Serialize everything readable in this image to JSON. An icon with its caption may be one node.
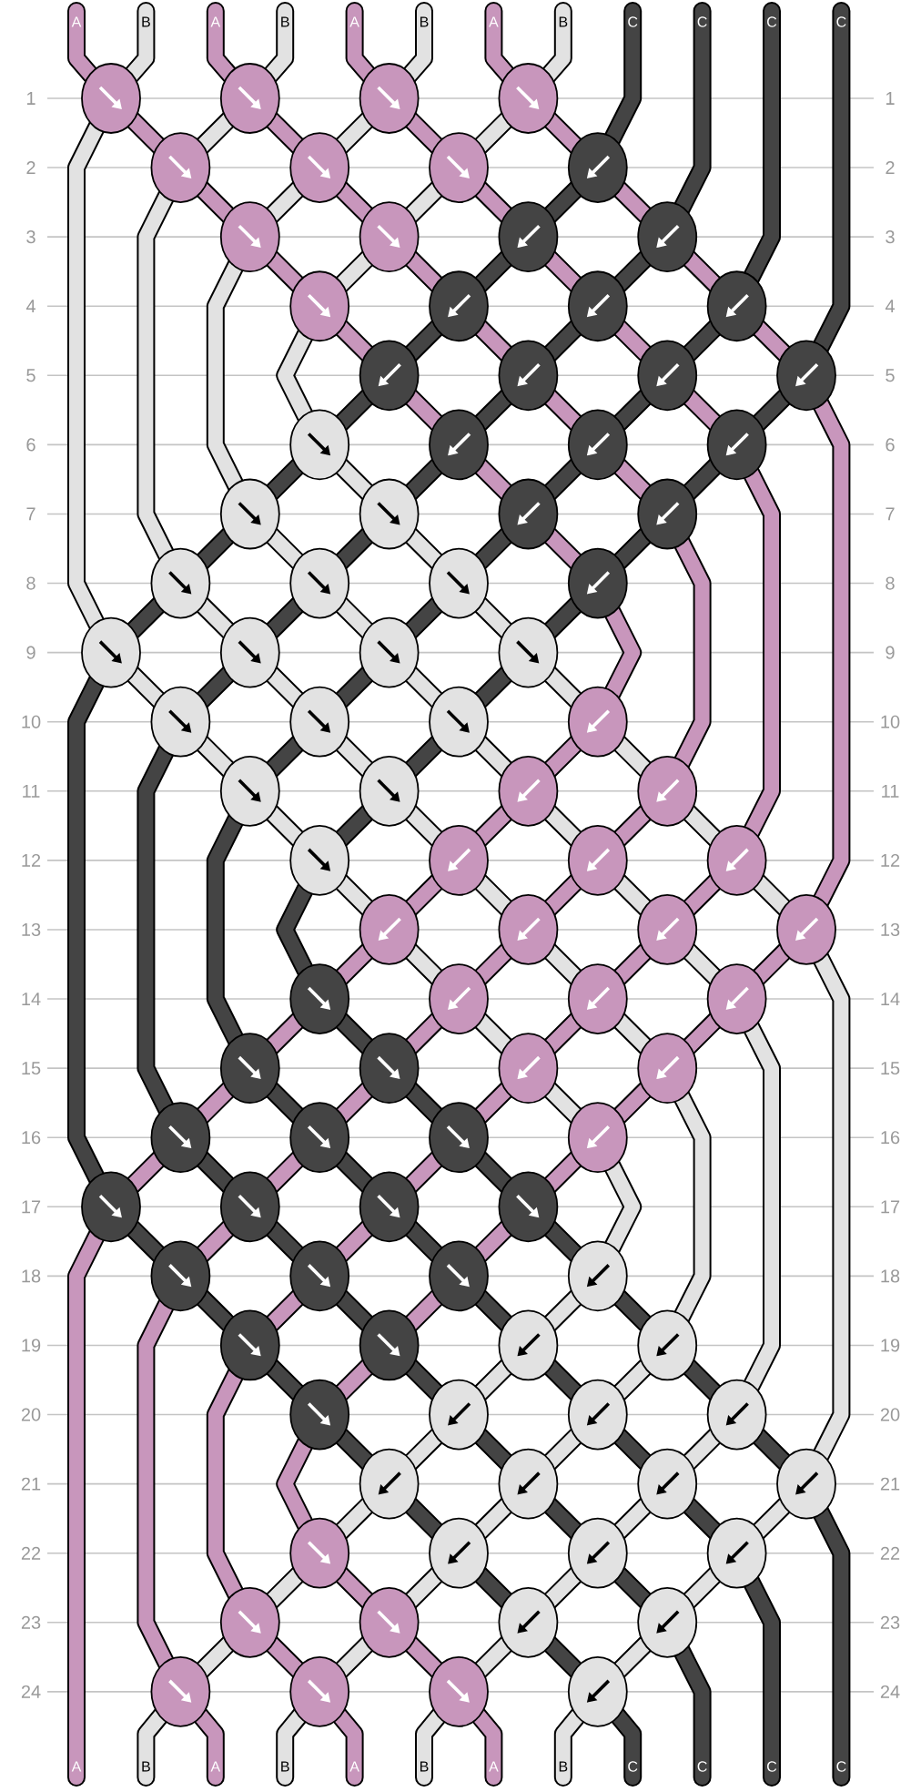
{
  "diagram": {
    "labels": [
      "A",
      "B",
      "A",
      "B",
      "A",
      "B",
      "A",
      "B",
      "C",
      "C",
      "C",
      "C",
      "1",
      "1",
      "2",
      "2",
      "3",
      "3",
      "4",
      "4",
      "5",
      "5",
      "6",
      "6",
      "7",
      "7",
      "8",
      "8",
      "9",
      "9",
      "10",
      "10",
      "11",
      "11",
      "12",
      "12",
      "13",
      "13",
      "14",
      "14",
      "15",
      "15",
      "16",
      "16",
      "17",
      "17",
      "18",
      "18",
      "19",
      "19",
      "20",
      "20",
      "21",
      "21",
      "22",
      "22",
      "23",
      "23",
      "24",
      "24",
      "A",
      "B",
      "A",
      "B",
      "A",
      "B",
      "A",
      "B",
      "C",
      "C",
      "C",
      "C"
    ]
  }
}
